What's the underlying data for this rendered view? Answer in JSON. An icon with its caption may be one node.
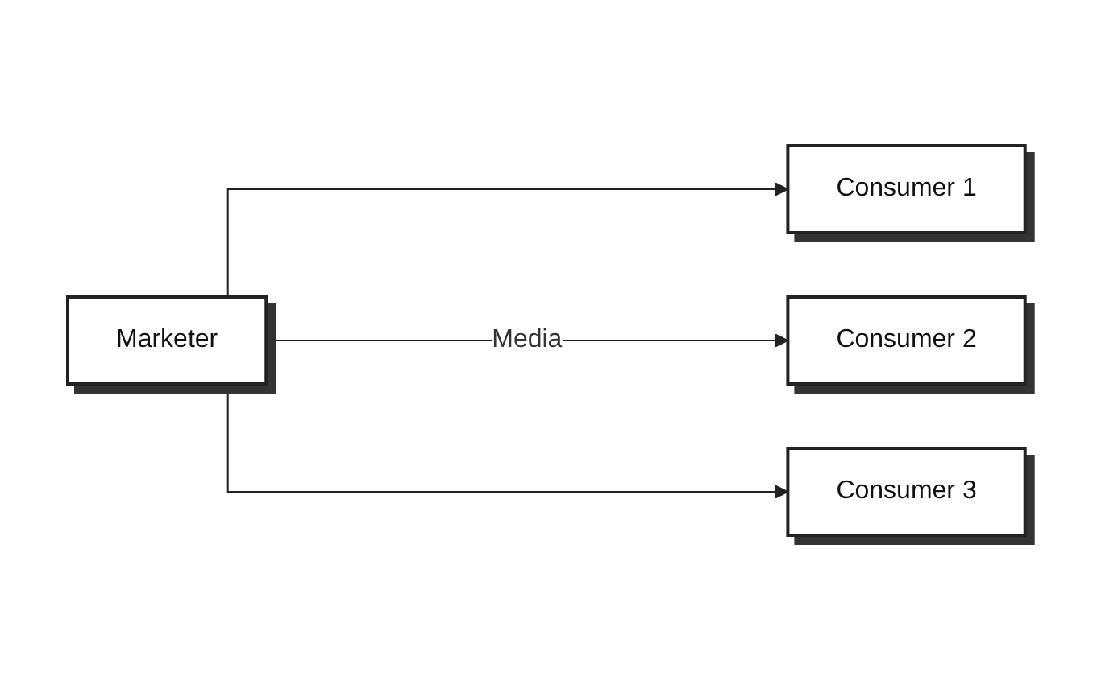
{
  "diagram": {
    "nodes": [
      {
        "text": [
          "Marketer"
        ]
      },
      {
        "text": [
          "Consumer 1"
        ]
      },
      {
        "text": [
          "Consumer 2"
        ]
      },
      {
        "text": [
          "Consumer 3"
        ]
      }
    ],
    "edges": [
      {
        "from": 0,
        "to": 1,
        "arrow": "to"
      },
      {
        "from": 0,
        "to": 2,
        "label": "Media",
        "arrow": "to"
      },
      {
        "from": 0,
        "to": 3,
        "arrow": "to"
      }
    ]
  }
}
